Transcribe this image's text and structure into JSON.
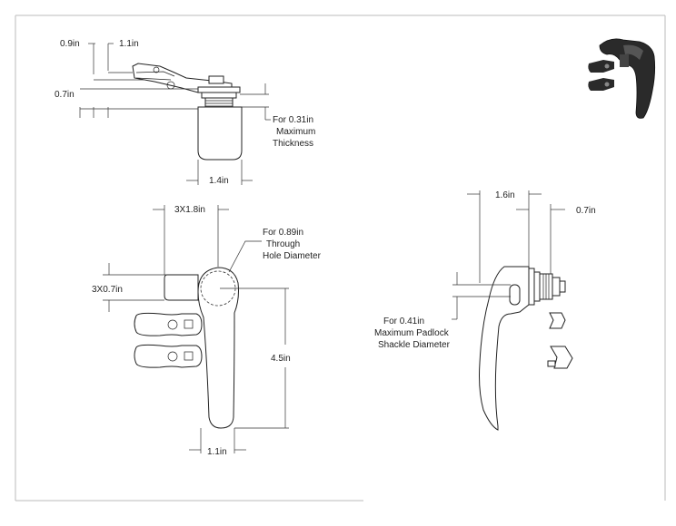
{
  "drawing": {
    "top_view": {
      "dim_a": "0.9in",
      "dim_b": "1.1in",
      "dim_c": "0.7in",
      "dim_width": "1.4in",
      "note": [
        "For 0.31in",
        "Maximum",
        "Thickness"
      ]
    },
    "front_view": {
      "dim_keys_spacing": "3X1.8in",
      "dim_keys_height": "3X0.7in",
      "dim_height": "4.5in",
      "dim_width": "1.1in",
      "note": [
        "For 0.89in",
        "Through",
        "Hole Diameter"
      ]
    },
    "side_view": {
      "dim_depth": "1.6in",
      "dim_body": "0.7in",
      "note": [
        "For 0.41in",
        "Maximum Padlock",
        "Shackle Diameter"
      ]
    }
  },
  "colors": {
    "line": "#222222",
    "frame": "#bbbbbb",
    "handle": "#2a2a2a"
  }
}
